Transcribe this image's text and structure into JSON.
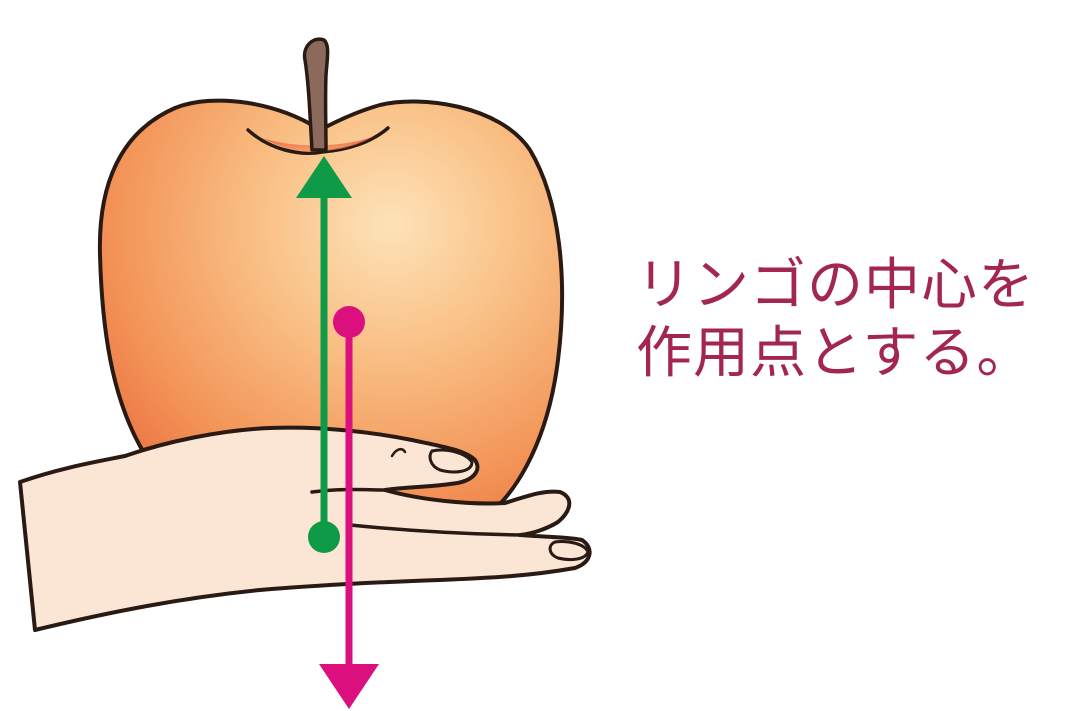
{
  "caption": {
    "line1": "リンゴの中心を",
    "line2": "作用点とする。"
  },
  "colors": {
    "caption_text": "#a3264f",
    "apple_light": "#fde3b8",
    "apple_mid": "#f6a15f",
    "apple_dark": "#e8663a",
    "outline": "#2a1a14",
    "stem": "#8b6a5c",
    "hand_fill": "#fbe6d6",
    "up_arrow": "#0f9a47",
    "down_arrow": "#dc0f7e"
  },
  "icons": {
    "up_arrow": "normal-force-arrow-up",
    "down_arrow": "gravity-force-arrow-down"
  }
}
